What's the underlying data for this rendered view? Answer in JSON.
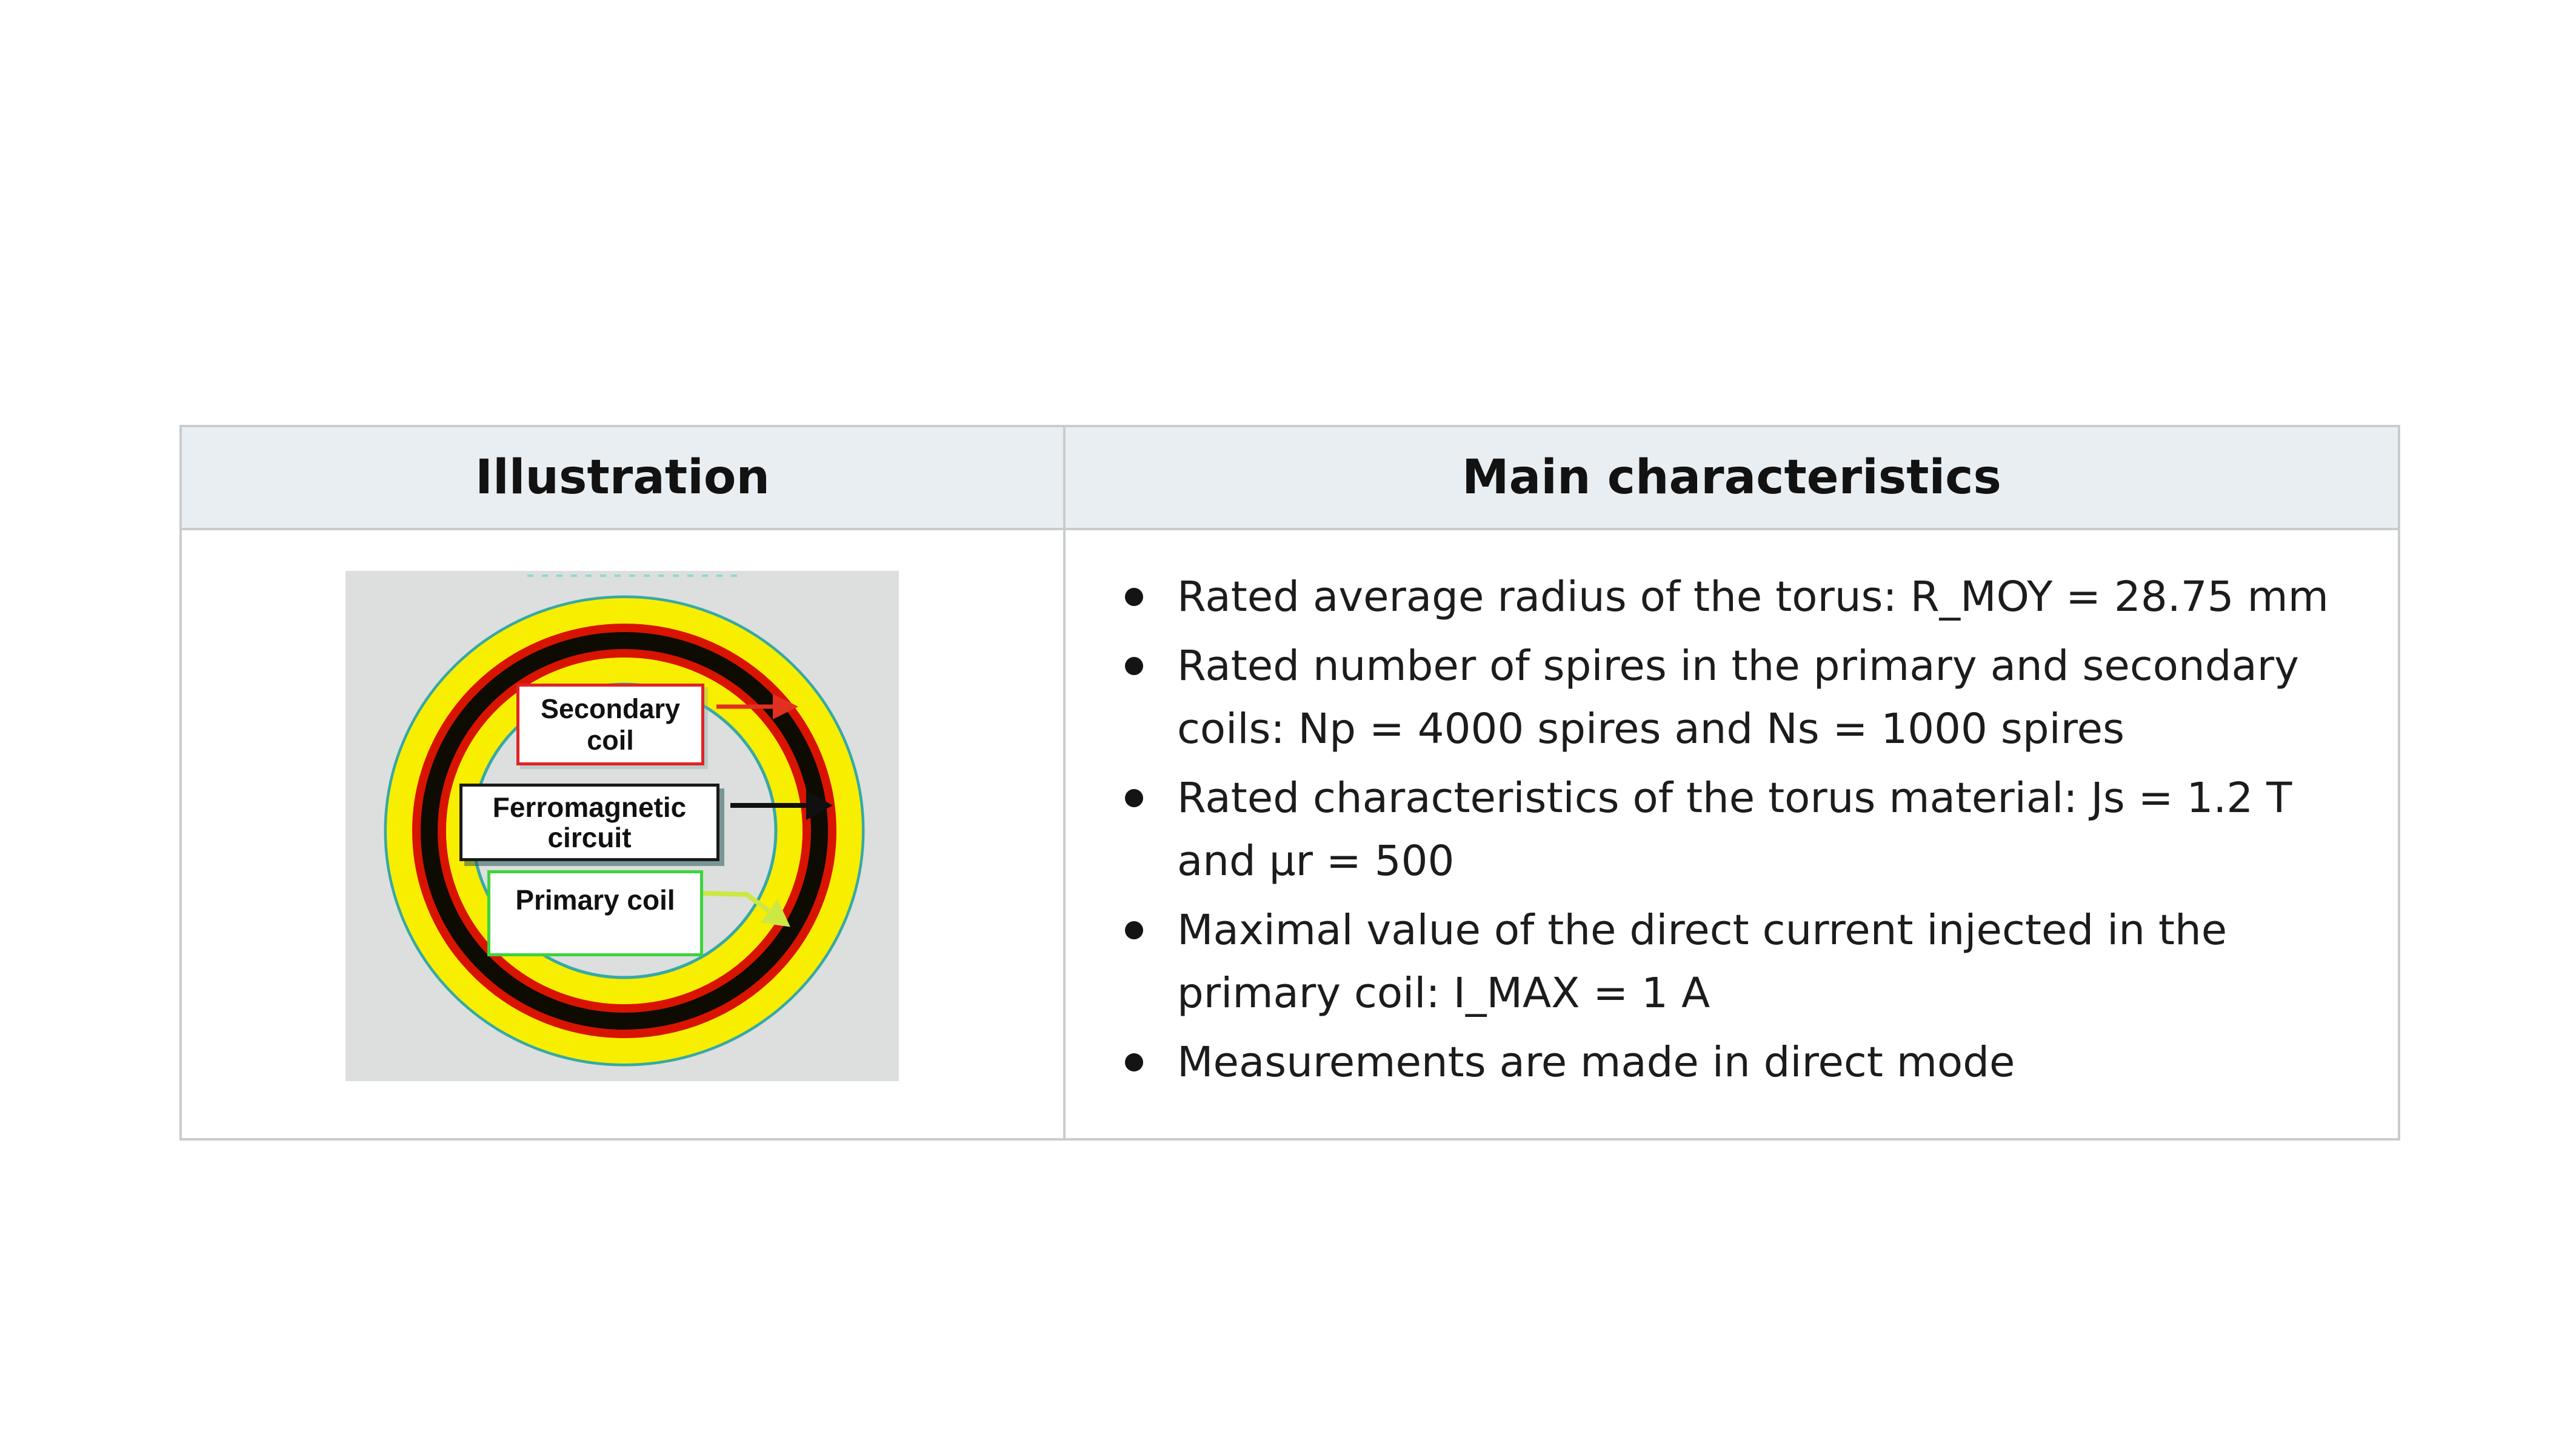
{
  "table": {
    "headers": {
      "col1": "Illustration",
      "col2": "Main characteristics"
    }
  },
  "illustration": {
    "labels": {
      "secondary": "Secondary\ncoil",
      "ferromagnetic": "Ferromagnetic\ncircuit",
      "primary": "Primary coil"
    },
    "icons": [
      "torus-ring",
      "red-arrow",
      "black-arrow",
      "green-arrow"
    ]
  },
  "characteristics": {
    "items": [
      {
        "text": "Rated average radius of the torus: R_MOY = 28.75 mm"
      },
      {
        "text": "Rated number of spires in the primary and secondary\ncoils: Np = 4000 spires and Ns = 1000 spires"
      },
      {
        "text": "Rated characteristics of the torus material: Js = 1.2 T\nand μr = 500"
      },
      {
        "text": "Maximal value of the direct current injected in the\nprimary coil: I_MAX = 1 A"
      },
      {
        "text": "Measurements are made in direct mode"
      }
    ]
  },
  "colors": {
    "table-border": "#c9cccc",
    "header-bg": "#e9eef2",
    "text": "#1c1c1c",
    "illus-bg": "#dcdfdd",
    "ring-yellow": "#f8ee00",
    "ring-red": "#d81400",
    "ring-black": "#0d0b02",
    "ring-teal": "#36a9a5",
    "label-red": "#e02424",
    "label-green": "#3cd43c",
    "arrow-red": "#e03020",
    "arrow-black": "#101010",
    "arrow-green": "#cde743"
  }
}
